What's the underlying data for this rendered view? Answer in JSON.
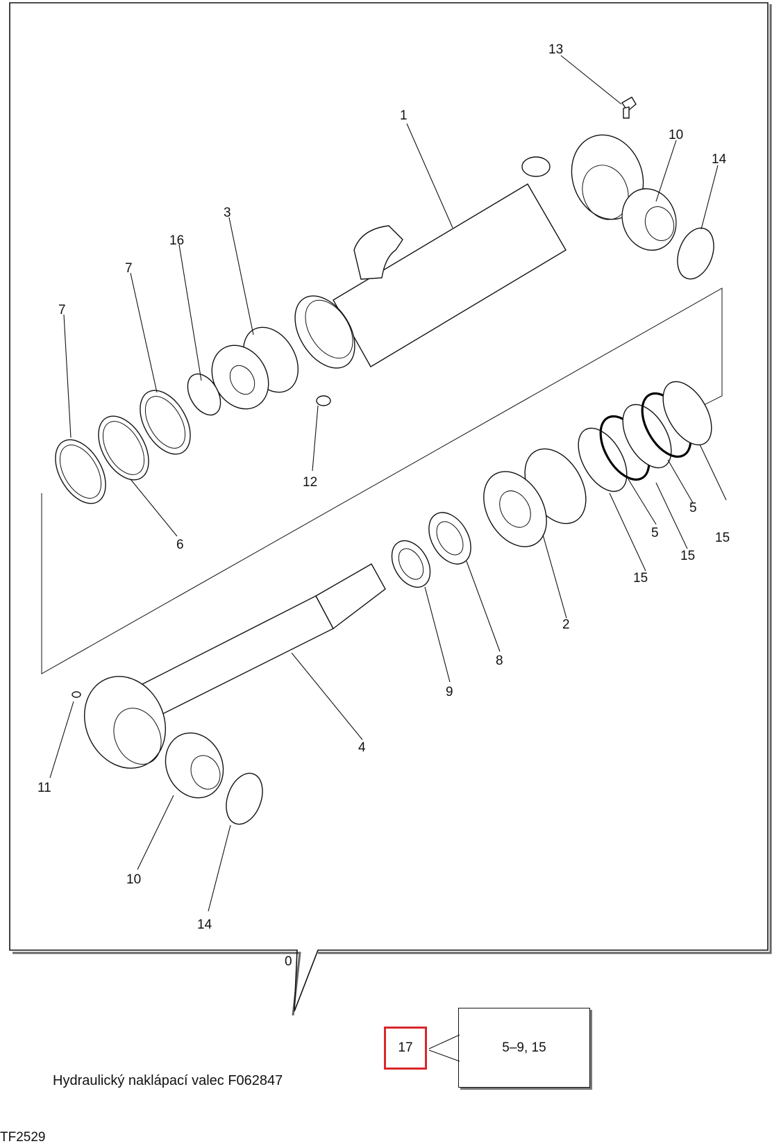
{
  "caption": "Hydraulický naklápací valec F062847",
  "footer_code": "TF2529",
  "kit": {
    "number": "17",
    "contents": "5–9, 15"
  },
  "callouts": {
    "c1": "1",
    "c2": "2",
    "c3": "3",
    "c4": "4",
    "c5a": "5",
    "c5b": "5",
    "c6": "6",
    "c7a": "7",
    "c7b": "7",
    "c8": "8",
    "c9": "9",
    "c10a": "10",
    "c10b": "10",
    "c11": "11",
    "c12": "12",
    "c13": "13",
    "c14a": "14",
    "c14b": "14",
    "c15a": "15",
    "c15b": "15",
    "c15c": "15",
    "c16": "16",
    "c0": "0"
  },
  "colors": {
    "highlight": "#d9262b",
    "line": "#111111"
  }
}
